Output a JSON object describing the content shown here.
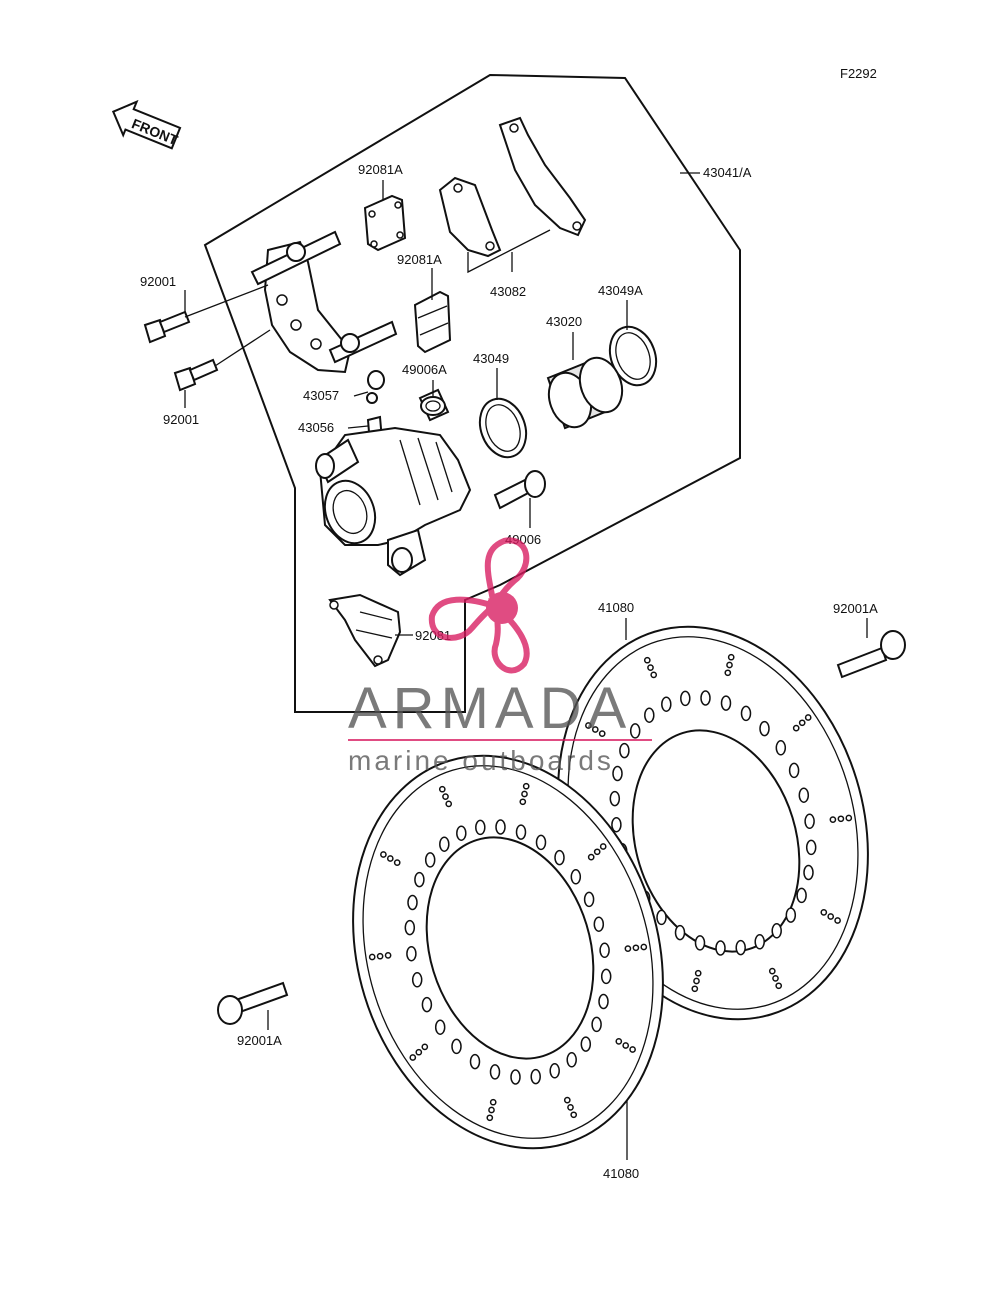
{
  "figure_code": "F2292",
  "front_label": "FRONT",
  "parts": {
    "assembly": "43041/A",
    "pad_spring_a_top": "92081A",
    "pad_spring_a_mid": "92081A",
    "pads": "43082",
    "bolt_left_top": "92001",
    "bolt_left_bottom": "92001",
    "seal_a": "43049A",
    "piston": "43020",
    "seal": "43049",
    "boot_a": "49006A",
    "bleed_cap": "43057",
    "bleed_valve": "43056",
    "pin": "49006",
    "disc_top": "41080",
    "bolt_right": "92001A",
    "spring_bottom": "92081",
    "bolt_lower_left": "92001A",
    "disc_bottom": "41080"
  },
  "watermark": {
    "brand": "ARMADA",
    "tagline": "marine outboards",
    "color": "#d81b60"
  }
}
